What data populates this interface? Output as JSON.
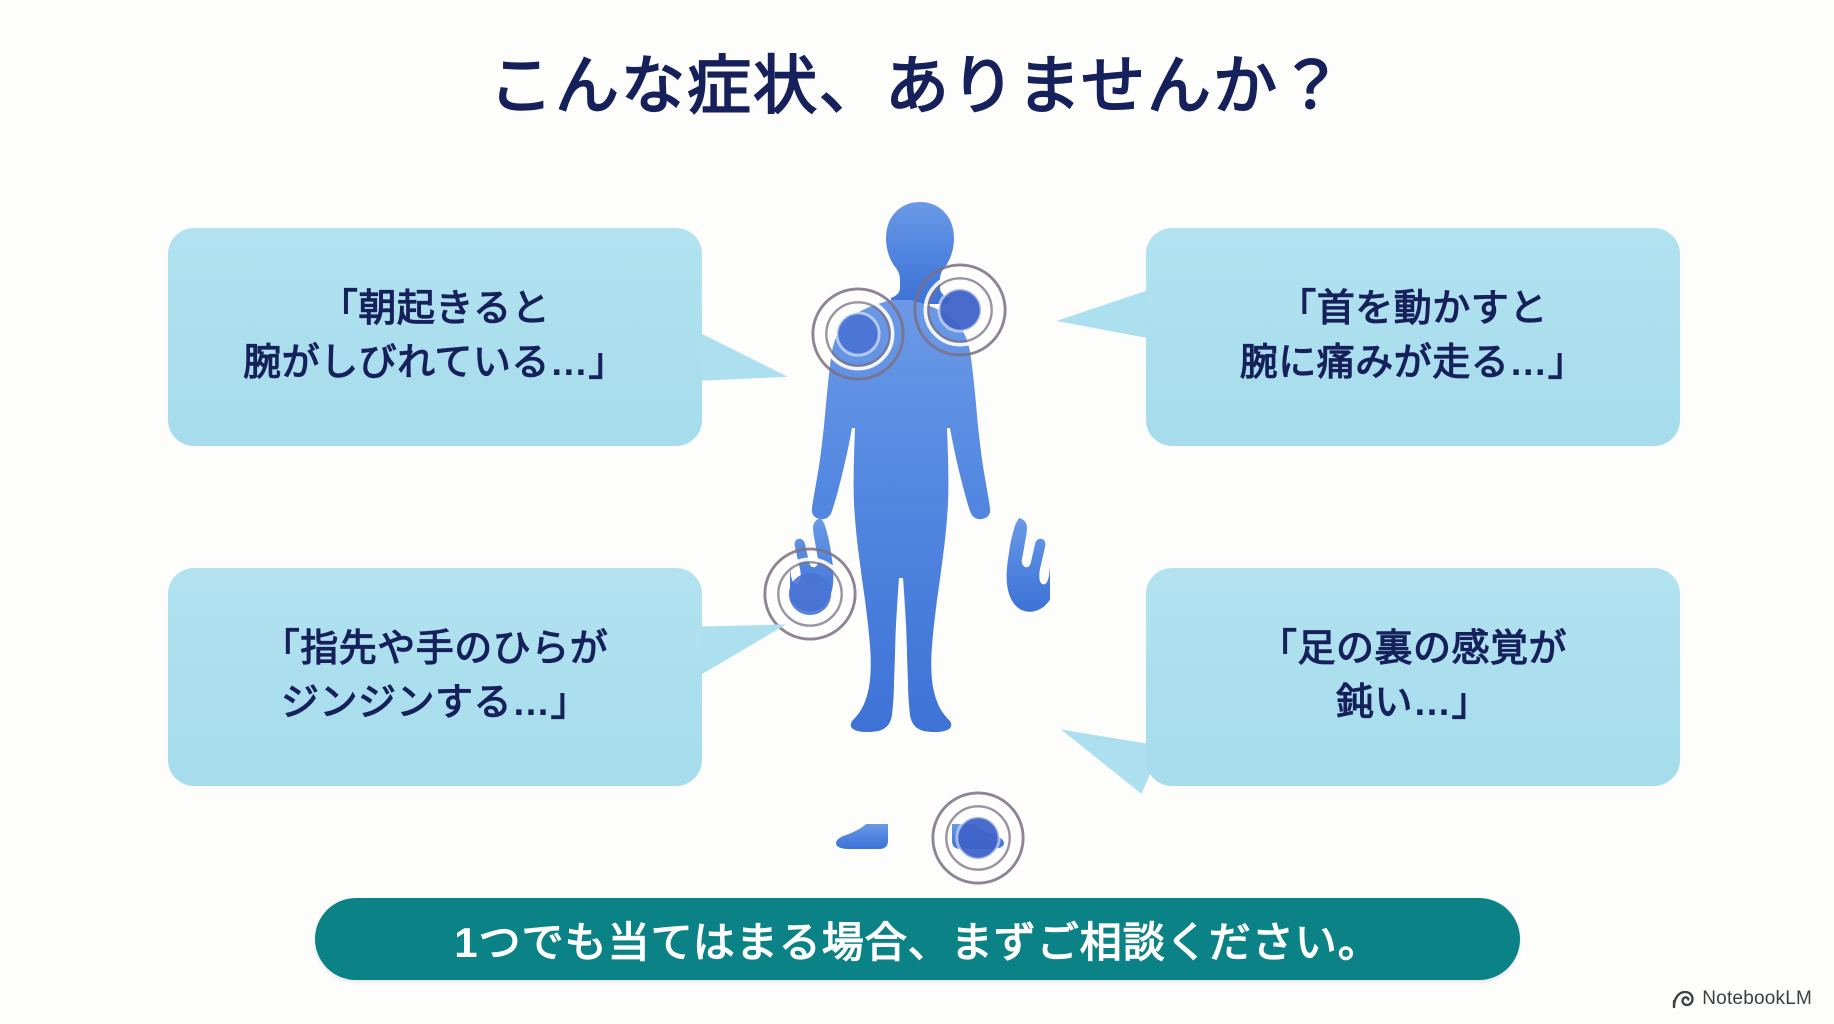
{
  "slide": {
    "title": "こんな症状、ありませんか？",
    "background_color": "#fdfdfc",
    "title_color": "#16215c"
  },
  "bubbles": [
    {
      "id": "top-left",
      "line1": "「朝起きると",
      "line2": "腕がしびれている…」",
      "fill_color": "#ade0ef",
      "text_color": "#16215c",
      "points_to": "shoulder"
    },
    {
      "id": "top-right",
      "line1": "「首を動かすと",
      "line2": "腕に痛みが走る…」",
      "fill_color": "#ade0ef",
      "text_color": "#16215c",
      "points_to": "neck"
    },
    {
      "id": "bottom-left",
      "line1": "「指先や手のひらが",
      "line2": "ジンジンする…」",
      "fill_color": "#ade0ef",
      "text_color": "#16215c",
      "points_to": "hand"
    },
    {
      "id": "bottom-right",
      "line1": "「足の裏の感覚が",
      "line2": "鈍い…」",
      "fill_color": "#ade0ef",
      "text_color": "#16215c",
      "points_to": "foot"
    }
  ],
  "figure": {
    "name": "human-body-silhouette",
    "body_color_top": "#5d8fe0",
    "body_color_bottom": "#3f73d6",
    "pain_markers": [
      {
        "name": "pain-marker-shoulder",
        "location": "left shoulder"
      },
      {
        "name": "pain-marker-neck",
        "location": "neck"
      },
      {
        "name": "pain-marker-hand",
        "location": "left hand"
      },
      {
        "name": "pain-marker-foot",
        "location": "right foot"
      }
    ],
    "marker_core_color": "#3f63c8",
    "marker_ring_color": "#7b6f82"
  },
  "cta": {
    "text": "1つでも当てはまる場合、まずご相談ください。",
    "background_color": "#0b8285",
    "text_color": "#ffffff"
  },
  "watermark": {
    "label": "NotebookLM",
    "icon": "notebooklm-spiral-icon"
  }
}
